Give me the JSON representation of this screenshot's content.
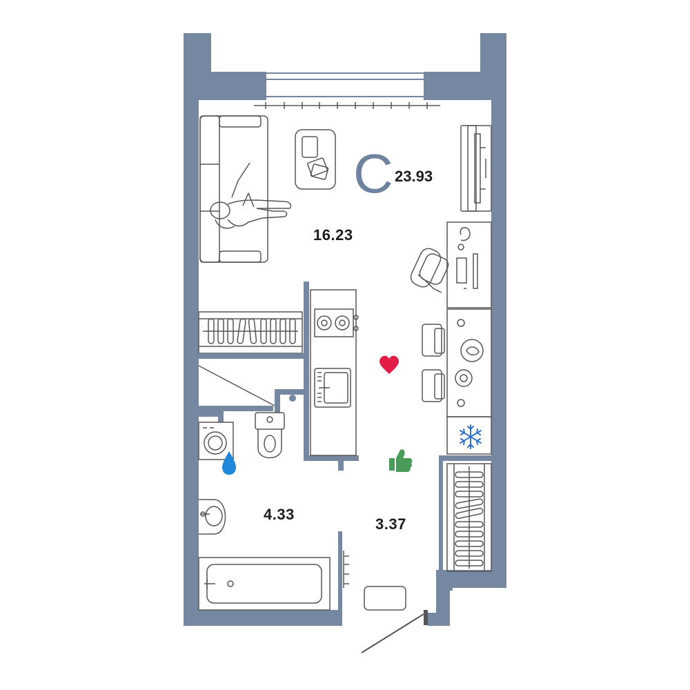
{
  "plan": {
    "apartment_type": "С",
    "total_area": "23.93",
    "rooms": [
      {
        "id": "living",
        "area": "16.23"
      },
      {
        "id": "bathroom",
        "area": "4.33"
      },
      {
        "id": "hallway",
        "area": "3.37"
      }
    ]
  },
  "colors": {
    "wall": "#7687a2",
    "line": "#555555",
    "heart": "#e11d48",
    "thumb": "#4a9a5a",
    "drop": "#1f88d8",
    "snow": "#2f72c8",
    "letter": "#6f82a0"
  },
  "icons": [
    "heart-icon",
    "thumbs-up-icon",
    "water-drop-icon",
    "snowflake-icon"
  ]
}
